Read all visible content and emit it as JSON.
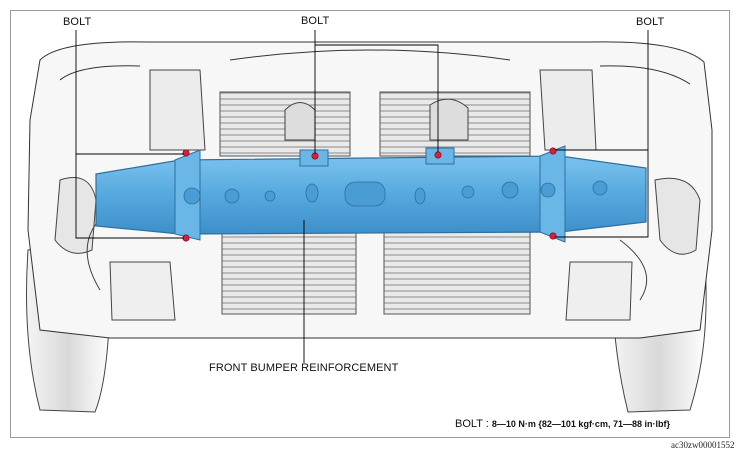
{
  "labels": {
    "bolt_left": "BOLT",
    "bolt_center": "BOLT",
    "bolt_right": "BOLT",
    "reinforcement": "FRONT BUMPER REINFORCEMENT"
  },
  "spec": {
    "prefix": "BOLT : ",
    "value": "8—10 N·m {82—101 kgf·cm, 71—88 in·lbf}"
  },
  "reference_code": "ac30zw00001552",
  "colors": {
    "reinforcement": "#5aaee0",
    "bolt_marker": "#d81e3a",
    "line_art": "#2a2a2a"
  }
}
